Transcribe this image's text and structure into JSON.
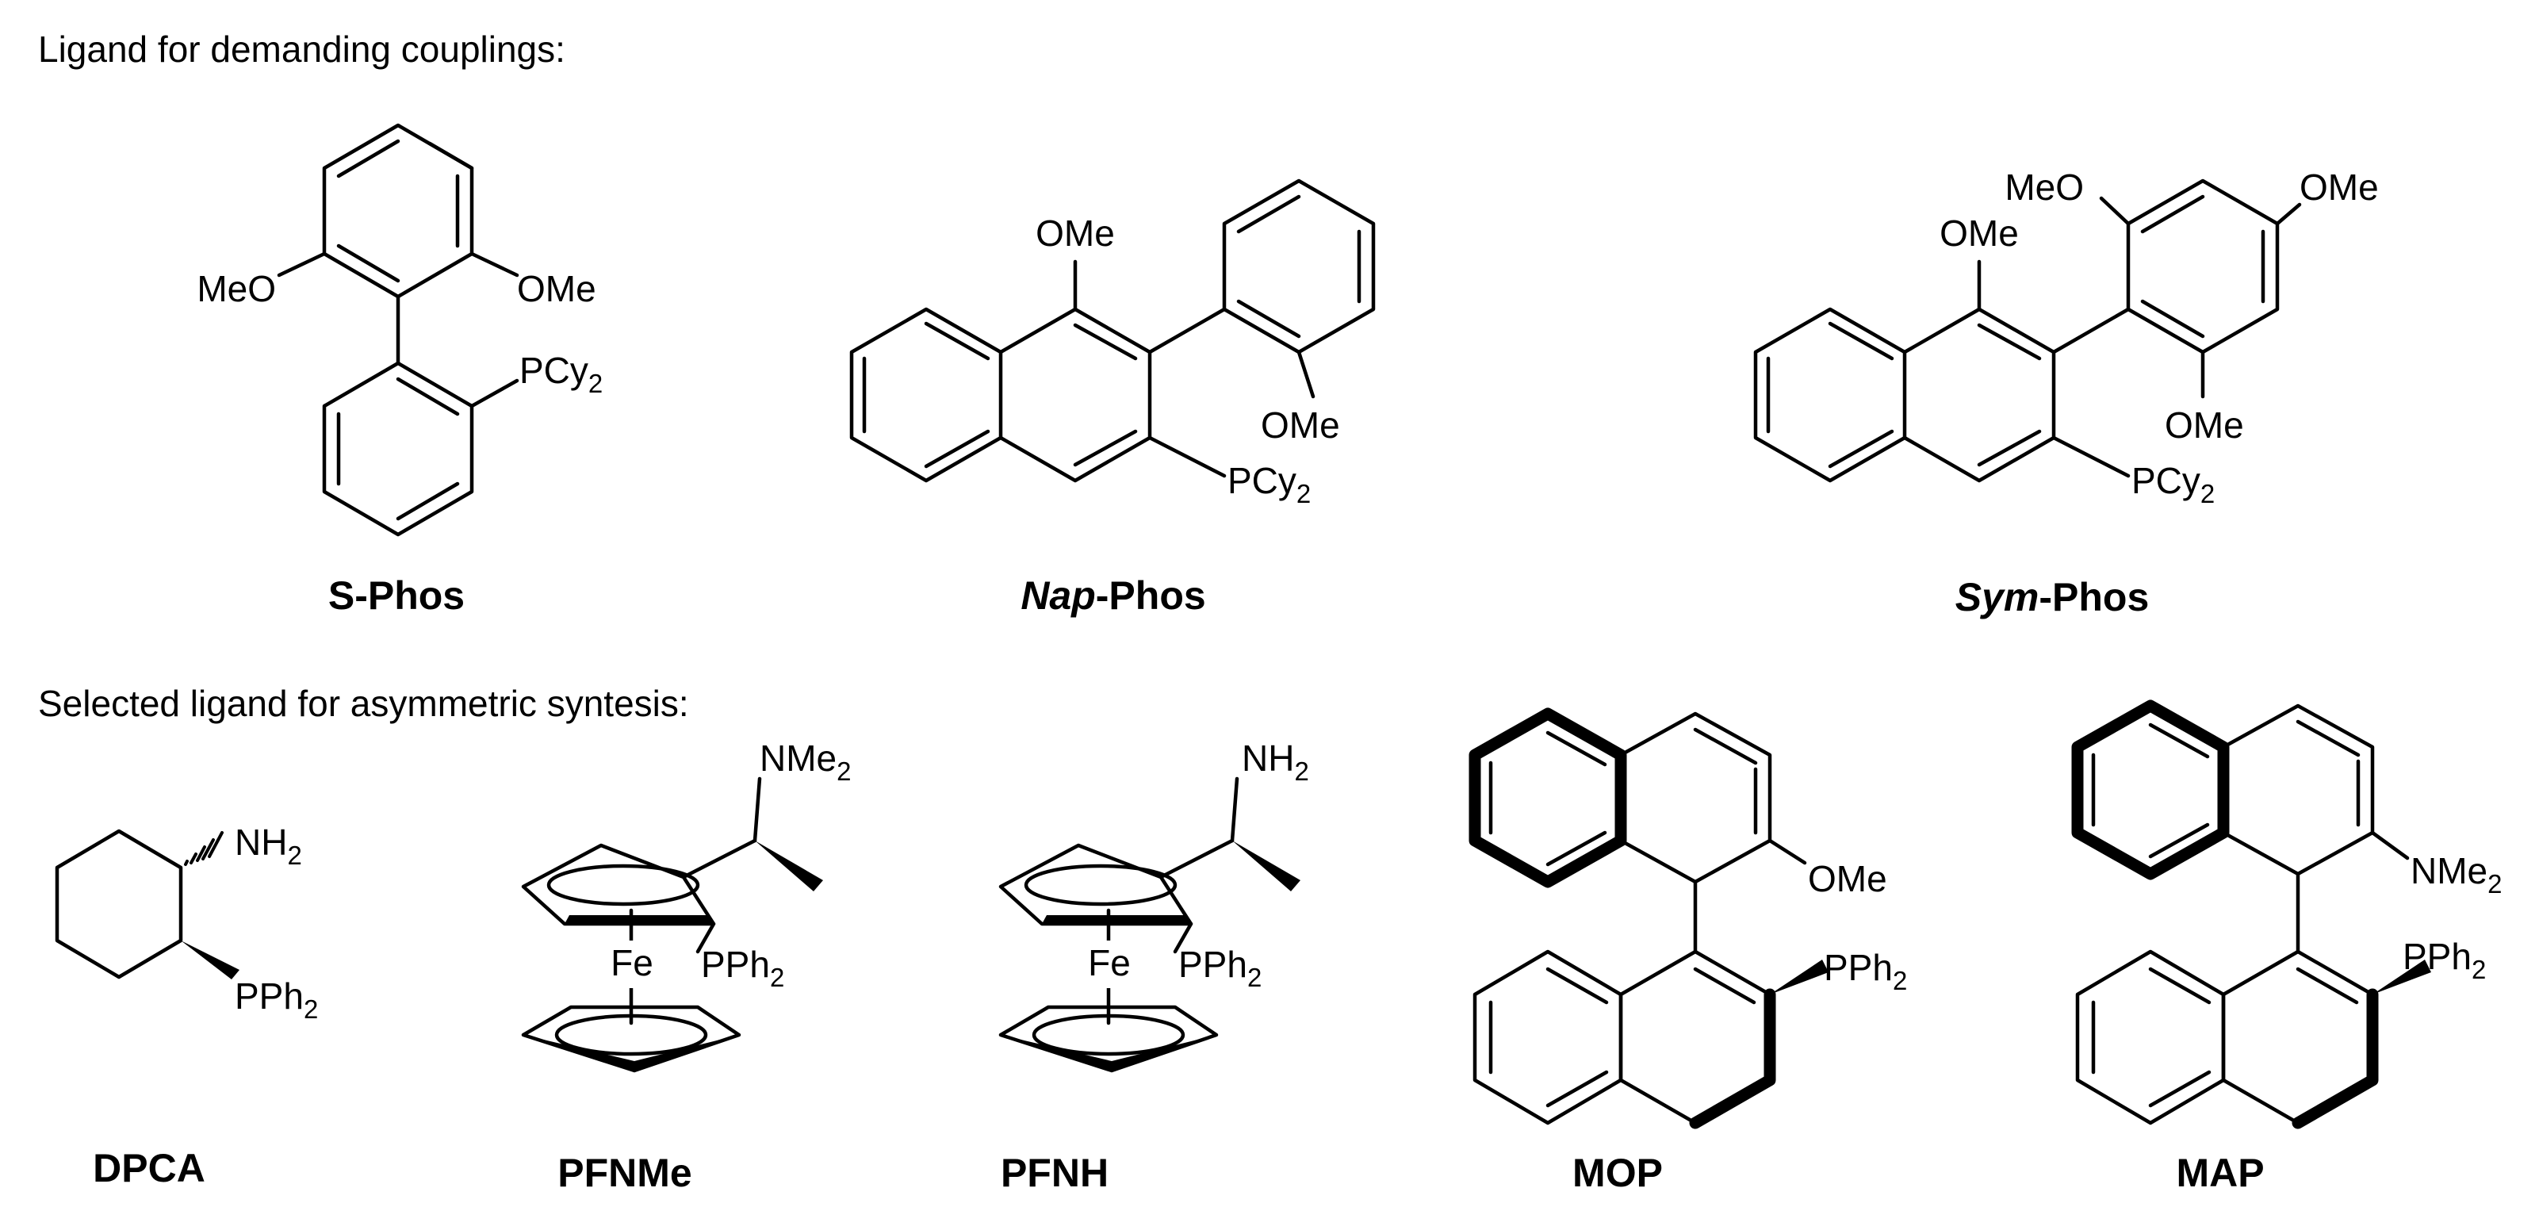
{
  "sections": {
    "demanding_heading": "Ligand for demanding couplings:",
    "asymmetric_heading": "Selected ligand for asymmetric syntesis:"
  },
  "ligands": {
    "sphos": {
      "name": "S-Phos",
      "meo": "MeO",
      "ome": "OMe",
      "p": "PCy",
      "p_sub": "2"
    },
    "napphos": {
      "name_italic": "Nap",
      "name_rest": "-Phos",
      "ome_top": "OMe",
      "ome_side": "OMe",
      "p": "PCy",
      "p_sub": "2"
    },
    "symphos": {
      "name_italic": "Sym",
      "name_rest": "-Phos",
      "meo": "MeO",
      "ome_para": "OMe",
      "ome_naph": "OMe",
      "ome_side": "OMe",
      "p": "PCy",
      "p_sub": "2"
    },
    "dpca": {
      "name": "DPCA",
      "n": "NH",
      "n_sub": "2",
      "p": "PPh",
      "p_sub": "2"
    },
    "pfnme": {
      "name": "PFNMe",
      "n": "NMe",
      "n_sub": "2",
      "fe": "Fe",
      "p": "PPh",
      "p_sub": "2"
    },
    "pfnh": {
      "name": "PFNH",
      "n": "NH",
      "n_sub": "2",
      "fe": "Fe",
      "p": "PPh",
      "p_sub": "2"
    },
    "mop": {
      "name": "MOP",
      "ome": "OMe",
      "p": "PPh",
      "p_sub": "2"
    },
    "map": {
      "name": "MAP",
      "n": "NMe",
      "n_sub": "2",
      "p": "PPh",
      "p_sub": "2"
    }
  }
}
